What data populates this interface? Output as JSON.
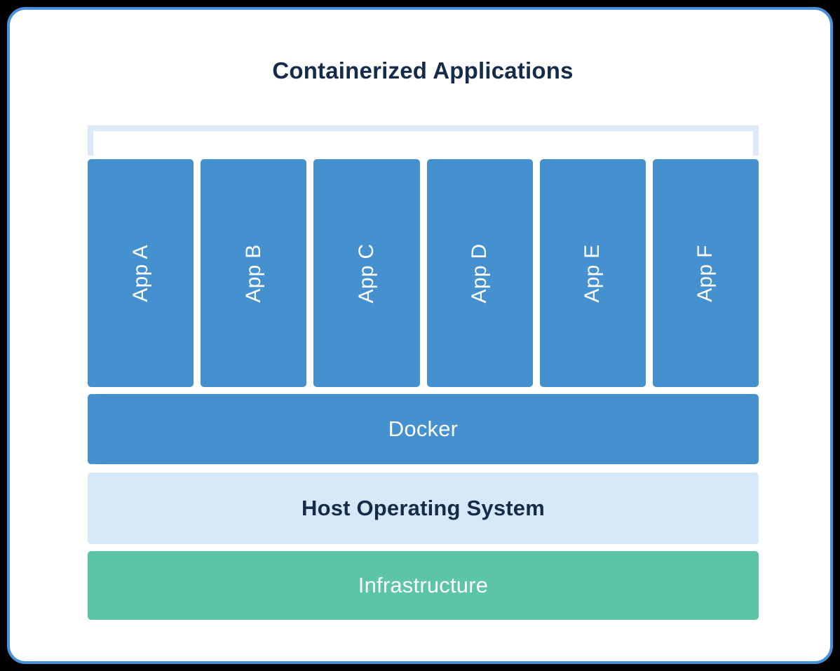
{
  "diagram": {
    "title": "Containerized Applications",
    "type": "layered-stack",
    "colors": {
      "card_border": "#4a90d9",
      "card_background": "#ffffff",
      "page_background": "#000000",
      "app_box": "#4590cf",
      "bracket": "#dde9f8",
      "docker_bar": "#4590cf",
      "host_os_bar": "#d7e8f8",
      "infrastructure_bar": "#5cc4a7",
      "dark_text": "#142c49",
      "light_text": "#ffffff"
    },
    "bracket": {
      "label": "application-group-bracket"
    },
    "apps": [
      {
        "label": "App A"
      },
      {
        "label": "App B"
      },
      {
        "label": "App C"
      },
      {
        "label": "App D"
      },
      {
        "label": "App E"
      },
      {
        "label": "App F"
      }
    ],
    "layers": [
      {
        "id": "docker",
        "label": "Docker"
      },
      {
        "id": "host-os",
        "label": "Host Operating System"
      },
      {
        "id": "infrastructure",
        "label": "Infrastructure"
      }
    ]
  }
}
